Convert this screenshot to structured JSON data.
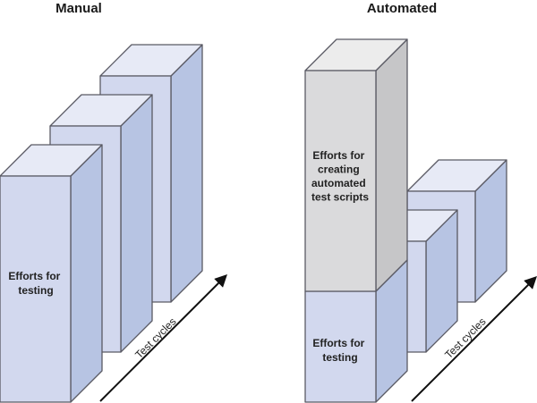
{
  "colors": {
    "testing_front": "#d2d8ee",
    "testing_top": "#e7eaf6",
    "testing_side": "#b7c4e3",
    "script_front": "#dadadc",
    "script_top": "#ececec",
    "script_side": "#c6c6c8",
    "arrow": "#111111"
  },
  "panels": {
    "manual": {
      "title": "Manual",
      "axis_label": "Test cycles",
      "bar_label_lines": [
        "Efforts for",
        "testing"
      ]
    },
    "automated": {
      "title": "Automated",
      "axis_label": "Test cycles",
      "script_label_lines": [
        "Efforts for",
        "creating",
        "automated",
        "test scripts"
      ],
      "testing_label_lines": [
        "Efforts for",
        "testing"
      ]
    }
  },
  "chart_data": {
    "type": "diagram",
    "description": "Conceptual 3D bar comparison of manual vs automated testing effort across test cycles",
    "panels": [
      {
        "title": "Manual",
        "axis": "Test cycles",
        "cycles": [
          {
            "cycle": 1,
            "segments": [
              {
                "name": "Efforts for testing",
                "relative_height": 1.0
              }
            ]
          },
          {
            "cycle": 2,
            "segments": [
              {
                "name": "Efforts for testing",
                "relative_height": 1.0
              }
            ]
          },
          {
            "cycle": 3,
            "segments": [
              {
                "name": "Efforts for testing",
                "relative_height": 1.0
              }
            ]
          }
        ]
      },
      {
        "title": "Automated",
        "axis": "Test cycles",
        "cycles": [
          {
            "cycle": 1,
            "segments": [
              {
                "name": "Efforts for testing",
                "relative_height": 0.5
              },
              {
                "name": "Efforts for creating automated test scripts",
                "relative_height": 0.98
              }
            ]
          },
          {
            "cycle": 2,
            "segments": [
              {
                "name": "Efforts for testing",
                "relative_height": 0.5
              }
            ]
          },
          {
            "cycle": 3,
            "segments": [
              {
                "name": "Efforts for testing",
                "relative_height": 0.5
              }
            ]
          }
        ]
      }
    ]
  }
}
